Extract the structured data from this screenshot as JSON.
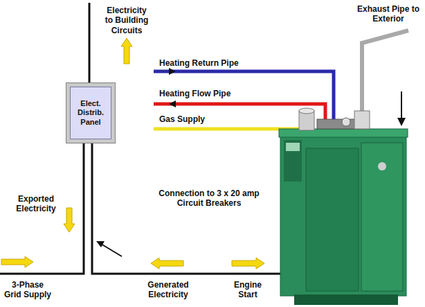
{
  "diagram": {
    "nodes": [
      {
        "text": [
          "Elect. Distrib. Panel"
        ]
      }
    ],
    "labels": [
      "Electricity to Building Circuits",
      "Exhaust Pipe to Exterior",
      "Heating Return Pipe",
      "Heating Flow Pipe",
      "Gas Supply",
      "Exported Electricity",
      "Connection to 3 x 20 amp Circuit Breakers",
      "3-Phase Grid Supply",
      "Generated Electricity",
      "Engine Start"
    ]
  }
}
